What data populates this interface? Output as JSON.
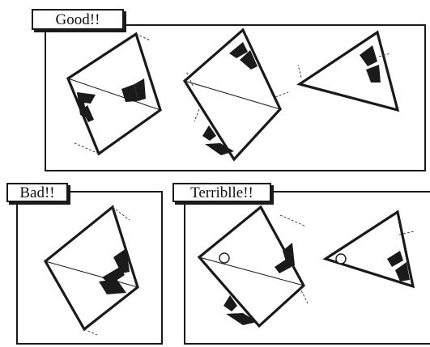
{
  "labels": {
    "good": "Good!!",
    "bad": "Bad!!",
    "terrible": "Terriblle!!"
  },
  "colors": {
    "ink": "#1a1a1a",
    "paper": "#ffffff"
  }
}
